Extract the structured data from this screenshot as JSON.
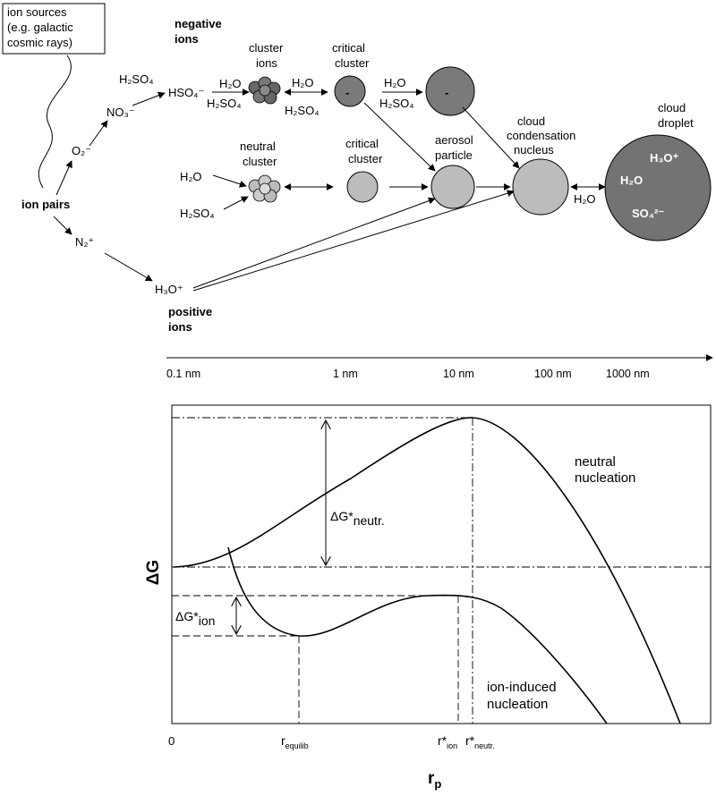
{
  "scheme": {
    "source_box": [
      "ion sources",
      "(e.g. galactic",
      "cosmic rays)"
    ],
    "negative_ions": [
      "negative",
      "ions"
    ],
    "positive_ions": [
      "positive",
      "ions"
    ],
    "ion_pairs": "ion pairs",
    "cluster_ions": [
      "cluster",
      "ions"
    ],
    "critical_cluster_top": [
      "critical",
      "cluster"
    ],
    "neutral_cluster": [
      "neutral",
      "cluster"
    ],
    "critical_cluster_mid": [
      "critical",
      "cluster"
    ],
    "aerosol_particle": [
      "aerosol",
      "particle"
    ],
    "ccn": [
      "cloud",
      "condensation",
      "nucleus"
    ],
    "cloud_droplet": [
      "cloud",
      "droplet"
    ],
    "minus_sign": "-",
    "species": {
      "h2o": "H₂O",
      "h2so4": "H₂SO₄",
      "hso4": "HSO₄⁻",
      "no3": "NO₃⁻",
      "o2": "O₂⁻",
      "n2": "N₂⁺",
      "h3o": "H₃O⁺",
      "so4": "SO₄²⁻"
    }
  },
  "size_axis": {
    "ticks": [
      "0.1 nm",
      "1 nm",
      "10 nm",
      "100 nm",
      "1000 nm"
    ]
  },
  "chart_data": {
    "type": "line",
    "ylabel": "ΔG",
    "xlabel": "rp",
    "xlabel_main": "r",
    "xlabel_sub": "p",
    "origin_label": "0",
    "series": [
      {
        "name": "neutral nucleation",
        "label_lines": [
          "neutral",
          "nucleation"
        ]
      },
      {
        "name": "ion-induced nucleation",
        "label_lines": [
          "ion-induced",
          "nucleation"
        ]
      }
    ],
    "annotations": {
      "dg_neutral": {
        "main": "ΔG*",
        "sub": "neutr."
      },
      "dg_ion": {
        "main": "ΔG*",
        "sub": "ion"
      },
      "r_equilib": {
        "main": "r",
        "sub": "equilib"
      },
      "r_star_ion": {
        "main": "r*",
        "sub": "ion"
      },
      "r_star_neutr": {
        "main": "r*",
        "sub": "neutr."
      }
    }
  }
}
